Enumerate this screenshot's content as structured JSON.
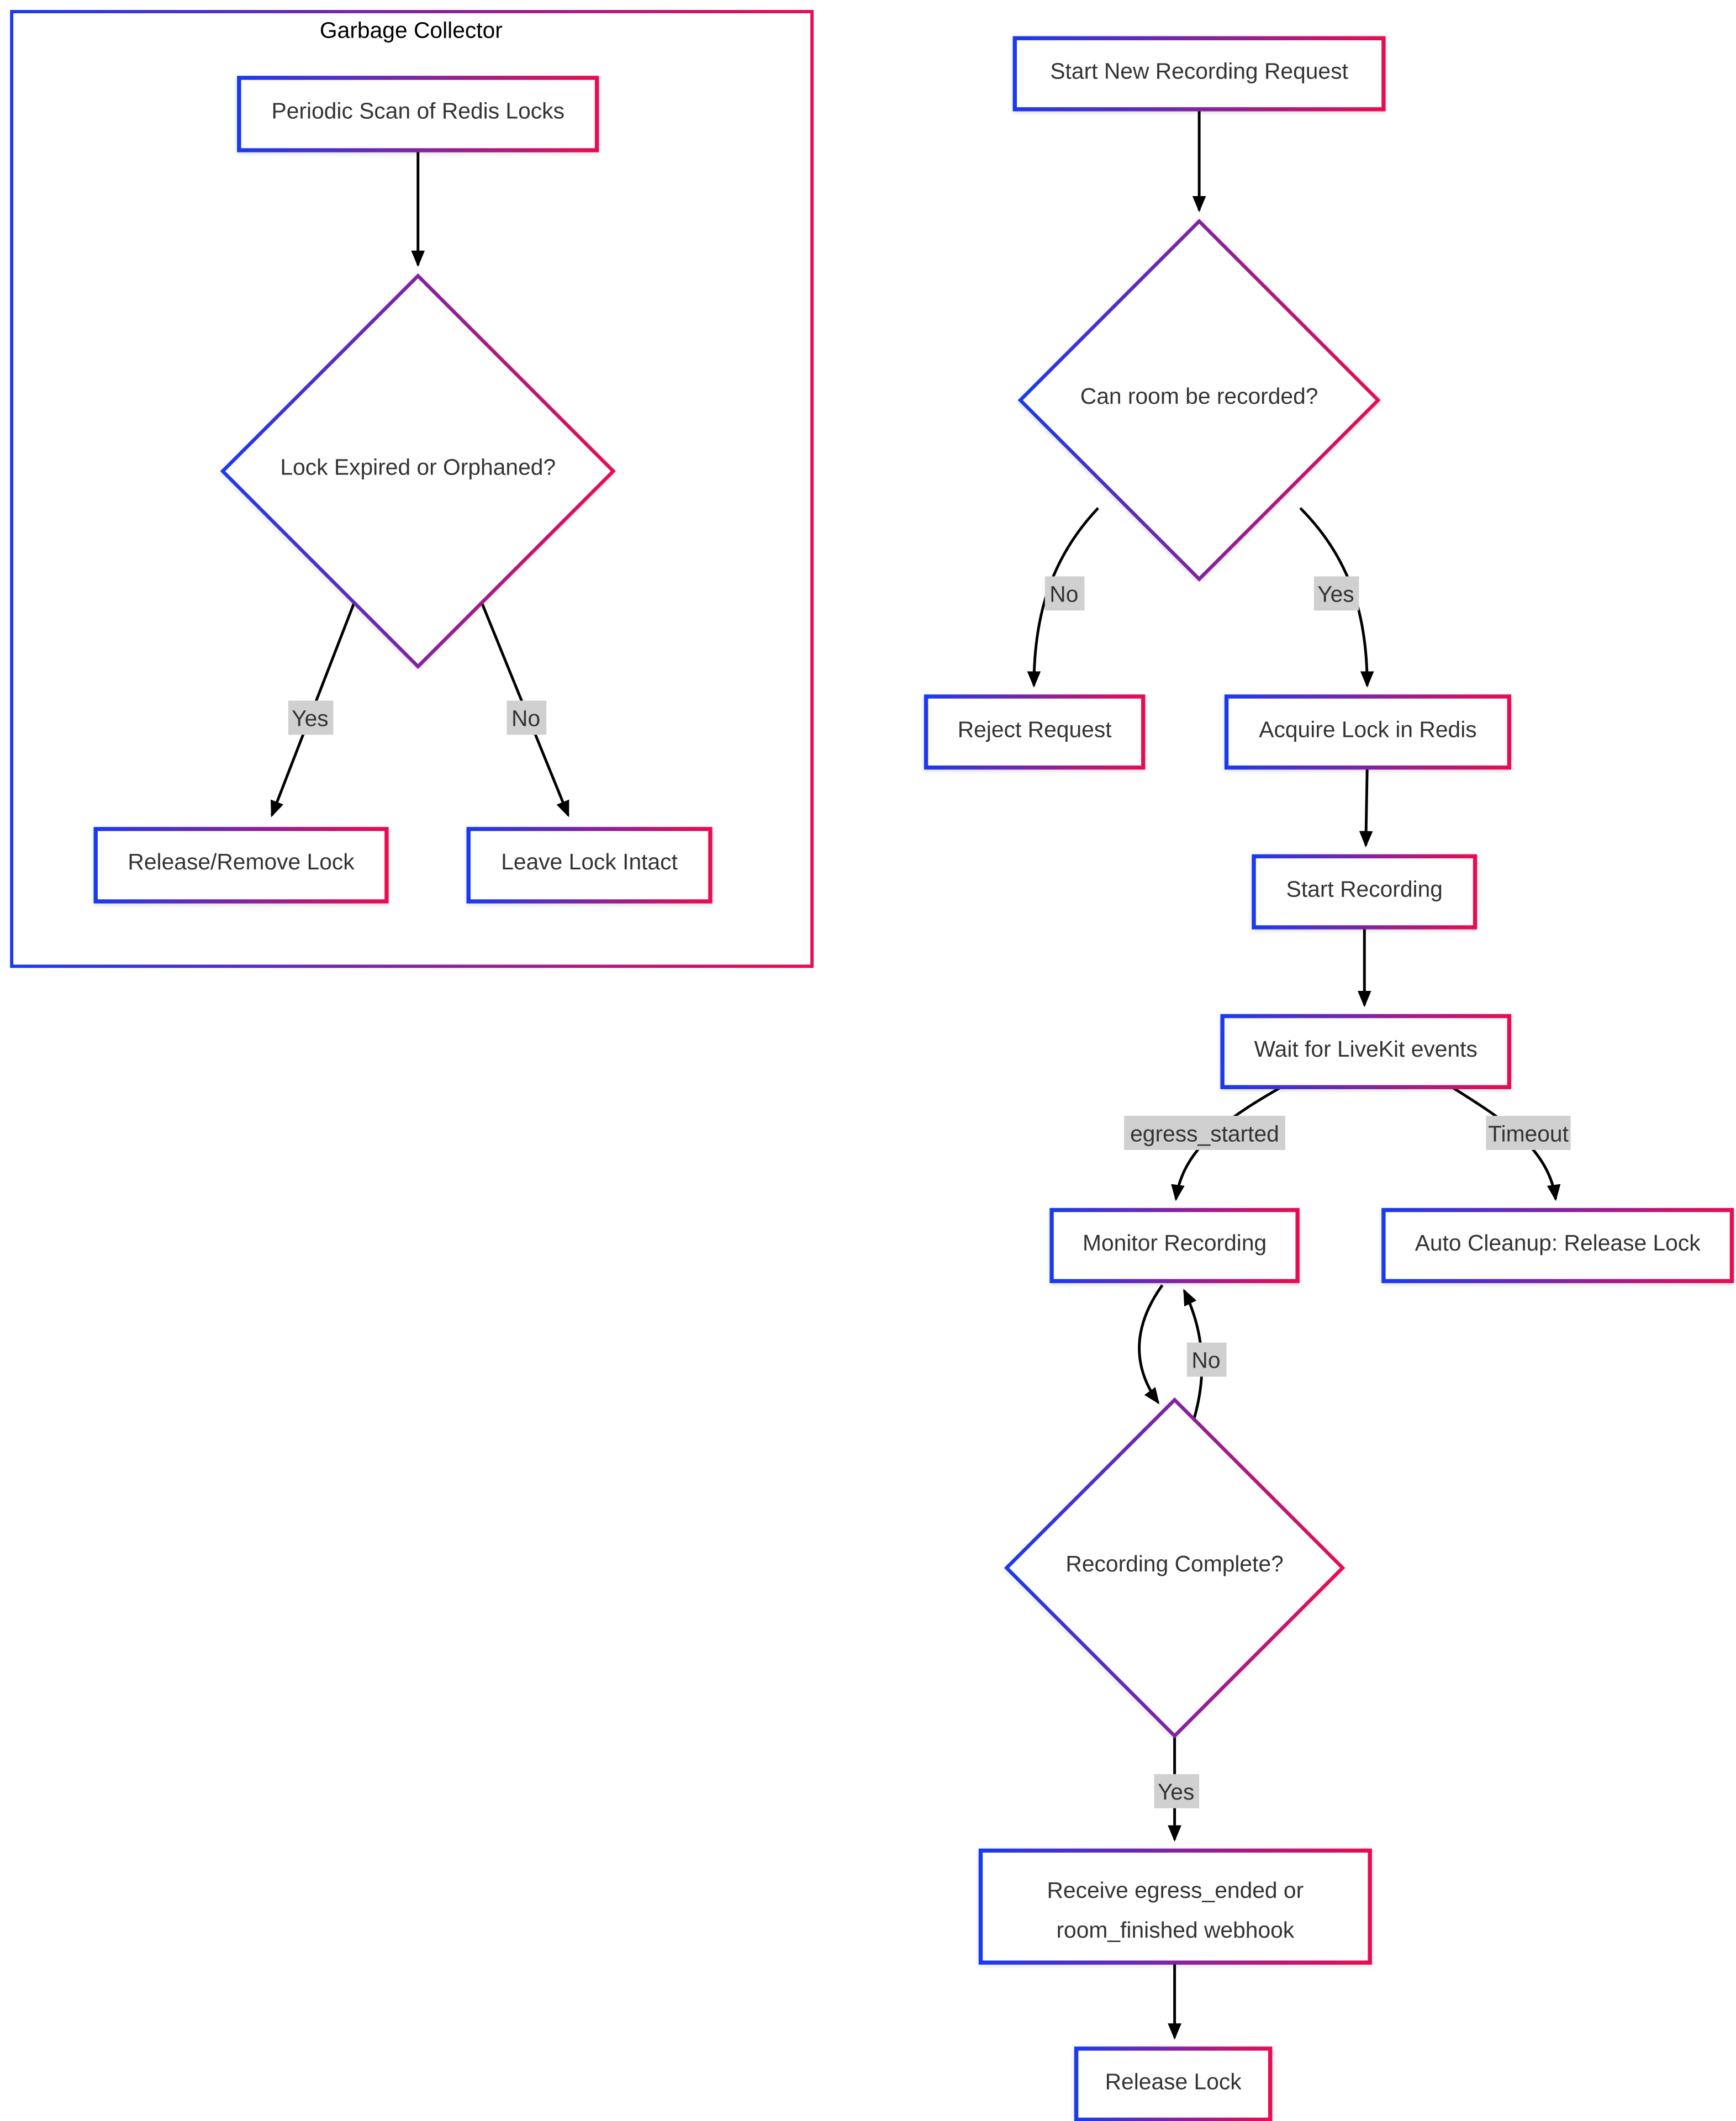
{
  "diagram": {
    "colors": {
      "gradient_start": "#1a3af0",
      "gradient_end": "#e90c51",
      "arrow": "#000000",
      "label_bg": "#d0d0d0",
      "node_fill": "#ffffff",
      "text": "#333333",
      "title": "#000000",
      "background": "#ffffff"
    },
    "subgraph": {
      "title": "Garbage Collector"
    },
    "nodes": {
      "periodic_scan": {
        "label": "Periodic Scan of Redis Locks"
      },
      "lock_expired": {
        "label": "Lock Expired or Orphaned?"
      },
      "release_remove": {
        "label": "Release/Remove Lock"
      },
      "leave_intact": {
        "label": "Leave Lock Intact"
      },
      "start_request": {
        "label": "Start New Recording Request"
      },
      "can_record": {
        "label": "Can room be recorded?"
      },
      "reject_request": {
        "label": "Reject Request"
      },
      "acquire_lock": {
        "label": "Acquire Lock in Redis"
      },
      "start_recording": {
        "label": "Start Recording"
      },
      "wait_events": {
        "label": "Wait for LiveKit events"
      },
      "monitor": {
        "label": "Monitor Recording"
      },
      "auto_cleanup": {
        "label": "Auto Cleanup: Release Lock"
      },
      "recording_complete": {
        "label": "Recording Complete?"
      },
      "receive_webhook": {
        "line1": "Receive egress_ended or",
        "line2": "room_finished webhook"
      },
      "release_lock": {
        "label": "Release Lock"
      }
    },
    "edge_labels": {
      "gc_yes": "Yes",
      "gc_no": "No",
      "reject_no": "No",
      "acquire_yes": "Yes",
      "egress_started": "egress_started",
      "timeout": "Timeout",
      "loop_no": "No",
      "complete_yes": "Yes"
    }
  }
}
